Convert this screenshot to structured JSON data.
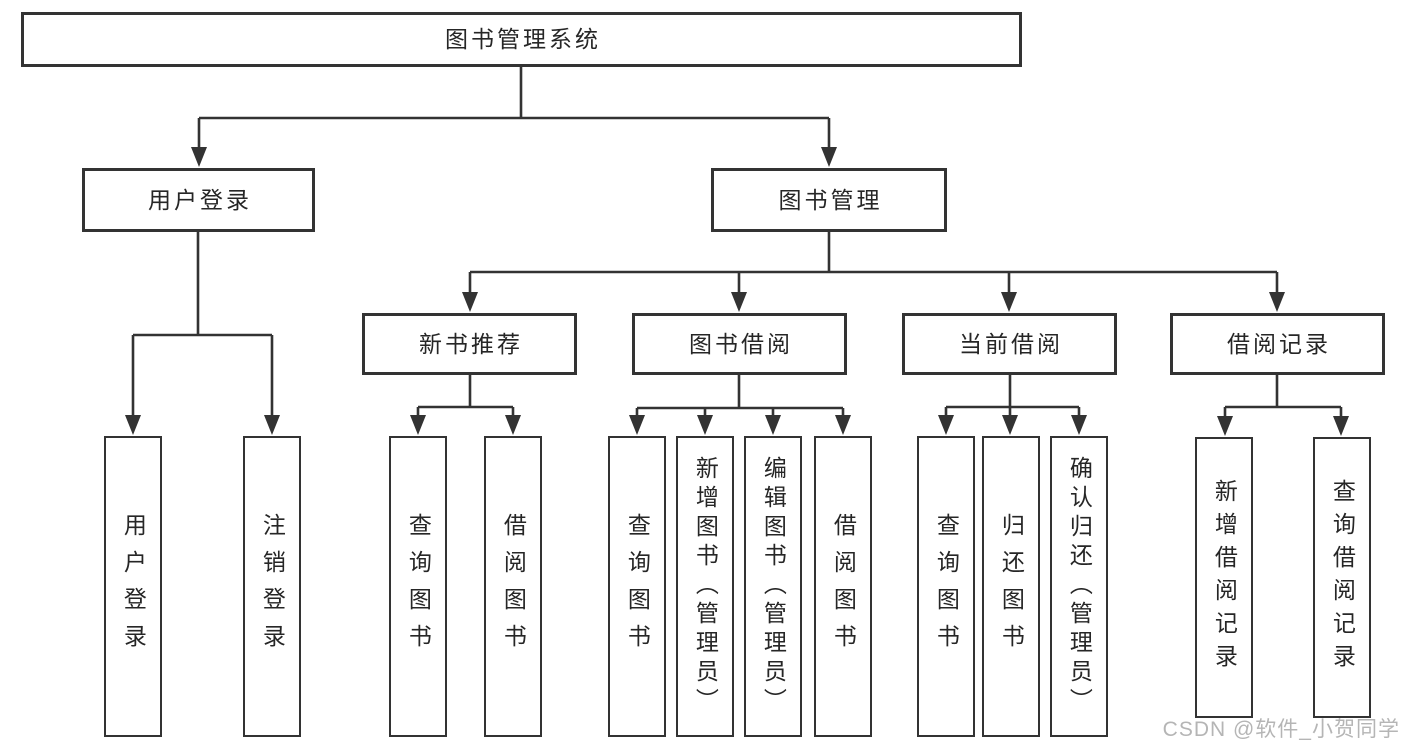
{
  "colors": {
    "line": "#333333",
    "box_border": "#333333",
    "text": "#262626",
    "background": "#ffffff",
    "watermark": "#b5b5b5"
  },
  "watermark": {
    "text": "CSDN @软件_小贺同学"
  },
  "diagram": {
    "type": "tree",
    "title": "图书管理系统",
    "nodes": [
      {
        "id": "root",
        "label": "图书管理系统",
        "parent": null
      },
      {
        "id": "l2-user-login",
        "label": "用户登录",
        "parent": "root"
      },
      {
        "id": "l2-book-mgmt",
        "label": "图书管理",
        "parent": "root"
      },
      {
        "id": "l3-new-books",
        "label": "新书推荐",
        "parent": "l2-book-mgmt"
      },
      {
        "id": "l3-book-borrow",
        "label": "图书借阅",
        "parent": "l2-book-mgmt"
      },
      {
        "id": "l3-current-borrow",
        "label": "当前借阅",
        "parent": "l2-book-mgmt"
      },
      {
        "id": "l3-borrow-records",
        "label": "借阅记录",
        "parent": "l2-book-mgmt"
      },
      {
        "id": "leaf-user-login",
        "label": "用户登录",
        "parent": "l2-user-login"
      },
      {
        "id": "leaf-logout",
        "label": "注销登录",
        "parent": "l2-user-login"
      },
      {
        "id": "leaf-nb-query-books",
        "label": "查询图书",
        "parent": "l3-new-books"
      },
      {
        "id": "leaf-nb-borrow-books",
        "label": "借阅图书",
        "parent": "l3-new-books"
      },
      {
        "id": "leaf-bb-query-books",
        "label": "查询图书",
        "parent": "l3-book-borrow"
      },
      {
        "id": "leaf-bb-add-books",
        "label": "新增图书（管理员）",
        "parent": "l3-book-borrow"
      },
      {
        "id": "leaf-bb-edit-books",
        "label": "编辑图书（管理员）",
        "parent": "l3-book-borrow"
      },
      {
        "id": "leaf-bb-borrow-books",
        "label": "借阅图书",
        "parent": "l3-book-borrow"
      },
      {
        "id": "leaf-cb-query-books",
        "label": "查询图书",
        "parent": "l3-current-borrow"
      },
      {
        "id": "leaf-cb-return-books",
        "label": "归还图书",
        "parent": "l3-current-borrow"
      },
      {
        "id": "leaf-cb-confirm-return",
        "label": "确认归还（管理员）",
        "parent": "l3-current-borrow"
      },
      {
        "id": "leaf-br-add-record",
        "label": "新增借阅记录",
        "parent": "l3-borrow-records"
      },
      {
        "id": "leaf-br-query-record",
        "label": "查询借阅记录",
        "parent": "l3-borrow-records"
      }
    ]
  }
}
